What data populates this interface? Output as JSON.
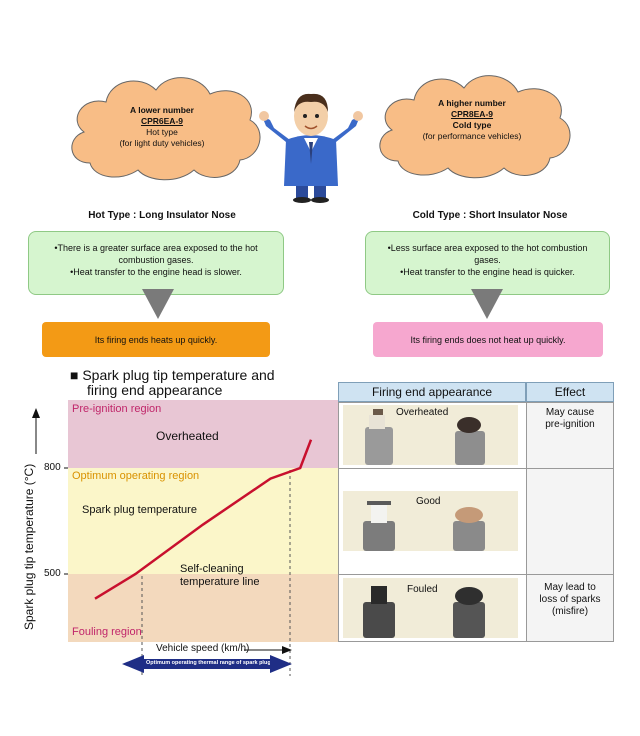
{
  "clouds": {
    "left": {
      "line1": "A lower number",
      "model": "CPR6EA-9",
      "line3": "Hot type",
      "line4": "(for light duty vehicles)"
    },
    "right": {
      "line1": "A higher number",
      "model": "CPR8EA-9",
      "line3": "Cold type",
      "line4": "(for performance vehicles)"
    }
  },
  "hot": {
    "title": "Hot Type : Long Insulator Nose",
    "bullet1": "•There is a greater surface area exposed to the hot combustion gases.",
    "bullet2": "•Heat transfer to the engine head is slower.",
    "result": "Its firing ends heats up quickly."
  },
  "cold": {
    "title": "Cold Type : Short Insulator Nose",
    "bullet1": "•Less surface area exposed to the hot combustion gases.",
    "bullet2": "•Heat transfer to the engine head is quicker.",
    "result": "Its firing ends does not heat up quickly."
  },
  "section_title_line1": "■ Spark plug tip temperature and",
  "section_title_line2": "firing end appearance",
  "chart": {
    "ylabel": "Spark plug tip temperature (°C)",
    "xlabel": "Vehicle speed (km/h)",
    "y800": "800",
    "y500": "500",
    "pre_ignition": "Pre-ignition region",
    "overheated": "Overheated",
    "optimum": "Optimum operating region",
    "spark_temp": "Spark plug temperature",
    "self_cleaning_1": "Self-cleaning",
    "self_cleaning_2": "temperature line",
    "fouling": "Fouling region",
    "range_label": "Optimum operating thermal range of spark plug"
  },
  "chart_data": {
    "type": "line",
    "xlabel": "Vehicle speed (km/h)",
    "ylabel": "Spark plug tip temperature (°C)",
    "yticks": [
      500,
      800
    ],
    "series": [
      {
        "x": [
          0.1,
          0.25,
          0.5,
          0.75,
          0.86,
          0.9
        ],
        "values": [
          430,
          500,
          640,
          770,
          800,
          880
        ]
      }
    ]
  },
  "table": {
    "col1": "Firing end appearance",
    "col2": "Effect",
    "rows": [
      {
        "label": "Overheated",
        "effect_1": "May cause",
        "effect_2": "pre-ignition",
        "effect_3": ""
      },
      {
        "label": "Good",
        "effect_1": "",
        "effect_2": "",
        "effect_3": ""
      },
      {
        "label": "Fouled",
        "effect_1": "May lead to",
        "effect_2": "loss of sparks",
        "effect_3": "(misfire)"
      }
    ]
  },
  "colors": {
    "pre_ignition_bg": "#e8c6d4",
    "optimum_bg": "#fbf6c9",
    "fouling_bg": "#f3d9bd",
    "curve": "#c8102e",
    "cloud": "#f8bd86",
    "hot_result": "#f39a15",
    "cold_result": "#f6a7cf"
  }
}
